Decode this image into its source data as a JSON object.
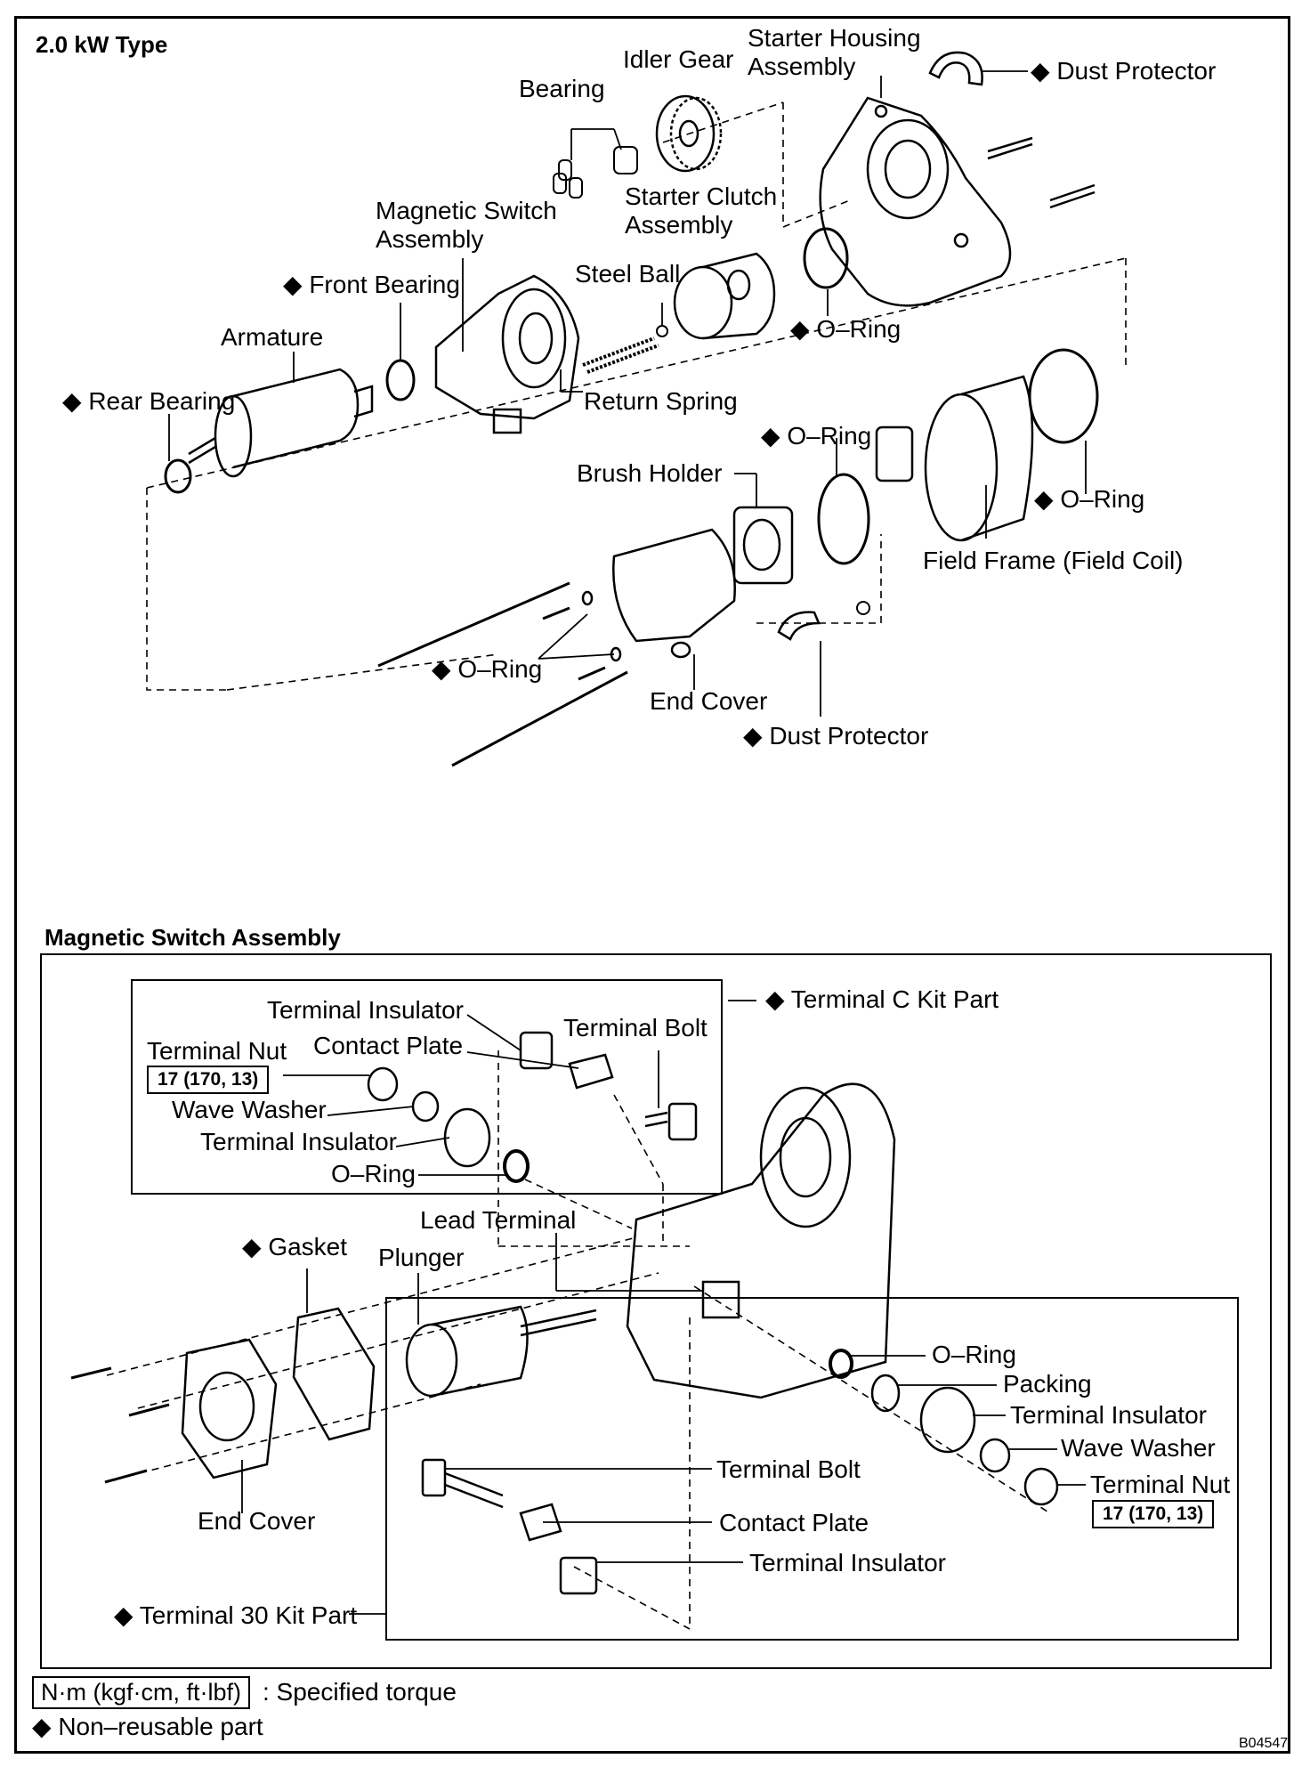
{
  "sections": {
    "main_title": "2.0 kW Type",
    "switch_title": "Magnetic Switch Assembly"
  },
  "labels": {
    "starter_housing_1": "Starter Housing",
    "starter_housing_2": "Assembly",
    "dust_protector_top": "◆ Dust Protector",
    "idler_gear": "Idler Gear",
    "bearing": "Bearing",
    "starter_clutch_1": "Starter Clutch",
    "starter_clutch_2": "Assembly",
    "magnetic_switch_1": "Magnetic Switch",
    "magnetic_switch_2": "Assembly",
    "front_bearing": "◆ Front Bearing",
    "steel_ball": "Steel Ball",
    "o_ring_1": "◆ O–Ring",
    "armature": "Armature",
    "rear_bearing": "◆ Rear Bearing",
    "return_spring": "Return Spring",
    "o_ring_2": "◆ O–Ring",
    "brush_holder": "Brush Holder",
    "o_ring_3": "◆ O–Ring",
    "field_frame": "Field Frame (Field Coil)",
    "o_ring_4": "◆ O–Ring",
    "end_cover_top": "End Cover",
    "dust_protector_bottom": "◆ Dust Protector",
    "terminal_insulator_a": "Terminal Insulator",
    "terminal_c_kit": "◆ Terminal C Kit Part",
    "terminal_bolt_a": "Terminal Bolt",
    "terminal_nut_a": "Terminal Nut",
    "contact_plate_a": "Contact Plate",
    "wave_washer_a": "Wave Washer",
    "terminal_insulator_b": "Terminal Insulator",
    "o_ring_a": "O–Ring",
    "lead_terminal": "Lead Terminal",
    "gasket": "◆ Gasket",
    "plunger": "Plunger",
    "o_ring_b": "O–Ring",
    "packing": "Packing",
    "terminal_insulator_c": "Terminal Insulator",
    "wave_washer_b": "Wave Washer",
    "terminal_nut_b": "Terminal Nut",
    "terminal_bolt_b": "Terminal Bolt",
    "end_cover_bottom": "End Cover",
    "contact_plate_b": "Contact Plate",
    "terminal_insulator_d": "Terminal Insulator",
    "terminal_30_kit": "◆ Terminal 30 Kit Part"
  },
  "torque": {
    "terminal_nut_a": "17 (170, 13)",
    "terminal_nut_b": "17 (170, 13)"
  },
  "legend": {
    "torque_unit": "N·m (kgf·cm, ft·lbf)",
    "torque_desc": ": Specified torque",
    "nonreusable": "◆ Non–reusable part"
  },
  "figure_code": "B04547"
}
